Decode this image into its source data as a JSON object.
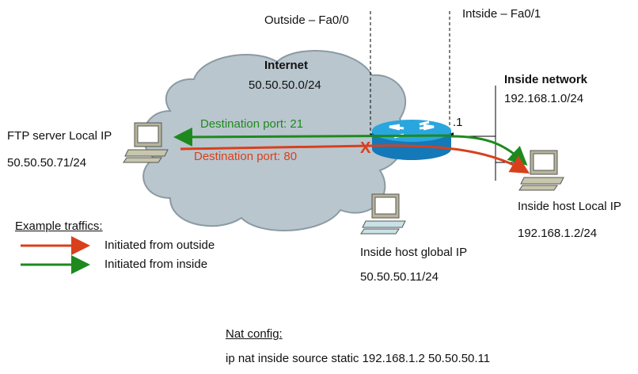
{
  "interfaces": {
    "outside_label": "Outside – Fa0/0",
    "inside_label": "Intside – Fa0/1"
  },
  "internet": {
    "title": "Internet",
    "subnet": "50.50.50.0/24"
  },
  "inside_network": {
    "title": "Inside network",
    "subnet": "192.168.1.0/24",
    "router_interface_ip": ".1"
  },
  "ftp_server": {
    "label": "FTP server Local IP",
    "ip": "50.50.50.71/24"
  },
  "inside_host_local": {
    "label": "Inside host Local IP",
    "ip": "192.168.1.2/24"
  },
  "inside_host_global": {
    "label": "Inside host global IP",
    "ip": "50.50.50.11/24"
  },
  "flows": {
    "green_label": "Destination port: 21",
    "red_label": "Destination port: 80",
    "blocked_mark": "X"
  },
  "legend": {
    "title": "Example traffics:",
    "items": [
      {
        "label": "Initiated from outside",
        "color": "#d8401c"
      },
      {
        "label": "Initiated from inside",
        "color": "#1e8a1e"
      }
    ]
  },
  "nat_config": {
    "title": "Nat config:",
    "command": "ip nat inside source static 192.168.1.2 50.50.50.11"
  },
  "colors": {
    "cloud_fill": "#b9c6ce",
    "cloud_stroke": "#8b9aa3",
    "router_top": "#2aa6df",
    "router_side": "#1479b8",
    "green": "#1e8a1e",
    "red": "#d8401c"
  }
}
